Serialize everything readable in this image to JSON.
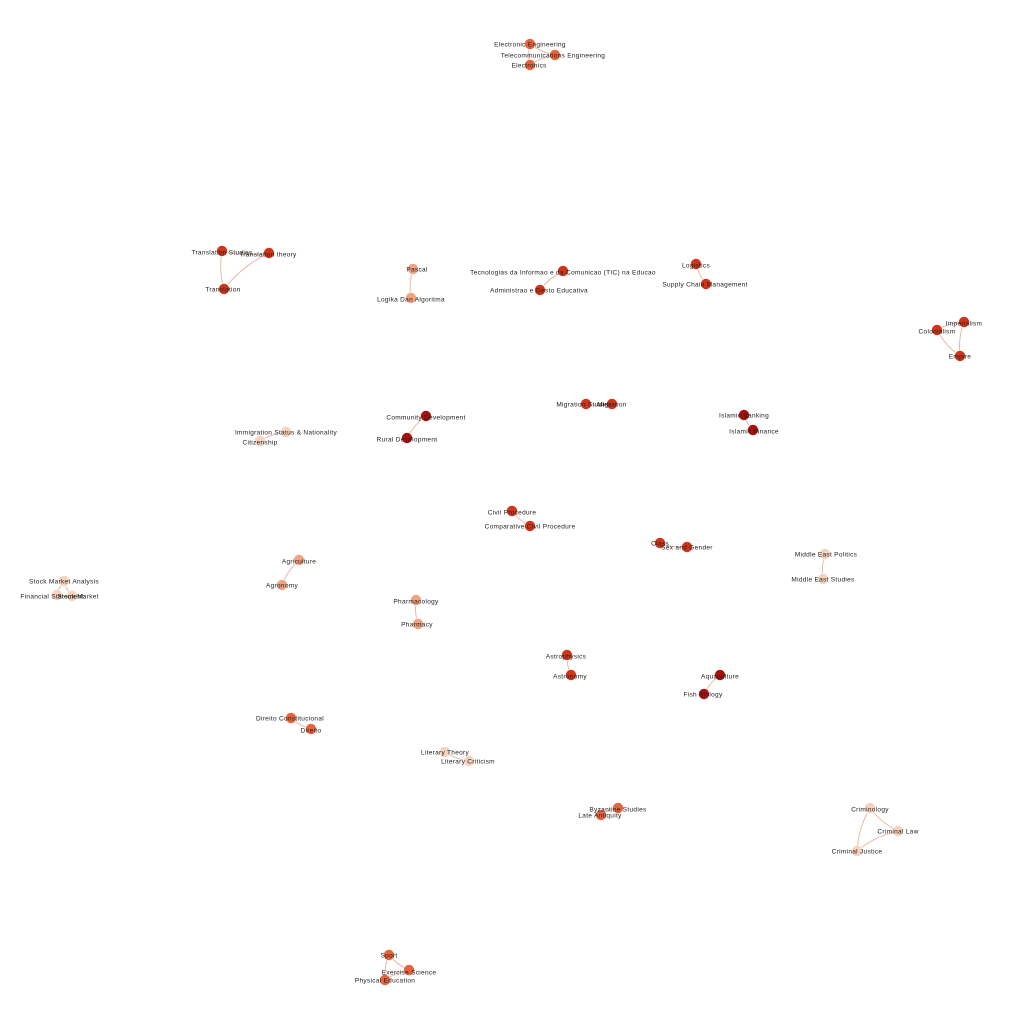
{
  "colors": {
    "level1": "#f6d3bd",
    "level2": "#efa37e",
    "level3": "#e5643c",
    "level4": "#d03419",
    "level5": "#a81010"
  },
  "nodes": [
    {
      "id": "n1",
      "label": "Electronic Engineering",
      "level": 3
    },
    {
      "id": "n2",
      "label": "Telecommunications Engineering",
      "level": 3
    },
    {
      "id": "n3",
      "label": "Electronics",
      "level": 3
    },
    {
      "id": "n4",
      "label": "Translation Studies",
      "level": 4
    },
    {
      "id": "n5",
      "label": "Translation theory",
      "level": 4
    },
    {
      "id": "n6",
      "label": "Translation",
      "level": 4
    },
    {
      "id": "n7",
      "label": "Pascal",
      "level": 2
    },
    {
      "id": "n8",
      "label": "Logika Dan Algoritma",
      "level": 2
    },
    {
      "id": "n9",
      "label": "Tecnologias da Informao e da Comunicao (TIC) na Educao",
      "level": 4
    },
    {
      "id": "n10",
      "label": "Administrao e Gesto Educativa",
      "level": 4
    },
    {
      "id": "n11",
      "label": "Logistics",
      "level": 4
    },
    {
      "id": "n12",
      "label": "Supply Chain Management",
      "level": 4
    },
    {
      "id": "n13",
      "label": "Imperialism",
      "level": 4
    },
    {
      "id": "n14",
      "label": "Colonialism",
      "level": 4
    },
    {
      "id": "n15",
      "label": "Empire",
      "level": 4
    },
    {
      "id": "n16",
      "label": "Migration Studies",
      "level": 4
    },
    {
      "id": "n17",
      "label": "Migration",
      "level": 4
    },
    {
      "id": "n18",
      "label": "Community Development",
      "level": 5
    },
    {
      "id": "n19",
      "label": "Rural Development",
      "level": 5
    },
    {
      "id": "n20",
      "label": "Islamic Banking",
      "level": 5
    },
    {
      "id": "n21",
      "label": "Islamic Finance",
      "level": 5
    },
    {
      "id": "n22",
      "label": "Immigration Status & Nationality",
      "level": 1
    },
    {
      "id": "n23",
      "label": "Citizenship",
      "level": 1
    },
    {
      "id": "n24",
      "label": "Civil Procedure",
      "level": 4
    },
    {
      "id": "n25",
      "label": "Comparative Civil Procedure",
      "level": 4
    },
    {
      "id": "n26",
      "label": "Class",
      "level": 4
    },
    {
      "id": "n27",
      "label": "Sex and Gender",
      "level": 4
    },
    {
      "id": "n28",
      "label": "Middle East Politics",
      "level": 1
    },
    {
      "id": "n29",
      "label": "Middle East Studies",
      "level": 1
    },
    {
      "id": "n30",
      "label": "Agriculture",
      "level": 2
    },
    {
      "id": "n31",
      "label": "Agronomy",
      "level": 2
    },
    {
      "id": "n32",
      "label": "Stock Market Analysis",
      "level": 1
    },
    {
      "id": "n33",
      "label": "Financial Statement",
      "level": 1
    },
    {
      "id": "n34",
      "label": "Stock Market",
      "level": 1
    },
    {
      "id": "n35",
      "label": "Pharmacology",
      "level": 2
    },
    {
      "id": "n36",
      "label": "Pharmacy",
      "level": 2
    },
    {
      "id": "n37",
      "label": "Astrophysics",
      "level": 4
    },
    {
      "id": "n38",
      "label": "Astronomy",
      "level": 4
    },
    {
      "id": "n39",
      "label": "Aquaculture",
      "level": 5
    },
    {
      "id": "n40",
      "label": "Fish Biology",
      "level": 5
    },
    {
      "id": "n41",
      "label": "Direito Constitucional",
      "level": 3
    },
    {
      "id": "n42",
      "label": "Direito",
      "level": 3
    },
    {
      "id": "n43",
      "label": "Literary Theory",
      "level": 1
    },
    {
      "id": "n44",
      "label": "Literary Criticism",
      "level": 1
    },
    {
      "id": "n45",
      "label": "Byzantine Studies",
      "level": 3
    },
    {
      "id": "n46",
      "label": "Late Antiquity",
      "level": 3
    },
    {
      "id": "n47",
      "label": "Criminology",
      "level": 1
    },
    {
      "id": "n48",
      "label": "Criminal Law",
      "level": 1
    },
    {
      "id": "n49",
      "label": "Criminal Justice",
      "level": 1
    },
    {
      "id": "n50",
      "label": "Sport",
      "level": 3
    },
    {
      "id": "n51",
      "label": "Exercise Science",
      "level": 3
    },
    {
      "id": "n52",
      "label": "Physical Education",
      "level": 3
    }
  ],
  "edges": [
    [
      "n1",
      "n2"
    ],
    [
      "n1",
      "n3"
    ],
    [
      "n2",
      "n3"
    ],
    [
      "n4",
      "n5"
    ],
    [
      "n4",
      "n6"
    ],
    [
      "n5",
      "n6"
    ],
    [
      "n7",
      "n8"
    ],
    [
      "n9",
      "n10"
    ],
    [
      "n11",
      "n12"
    ],
    [
      "n13",
      "n14"
    ],
    [
      "n13",
      "n15"
    ],
    [
      "n14",
      "n15"
    ],
    [
      "n16",
      "n17"
    ],
    [
      "n18",
      "n19"
    ],
    [
      "n20",
      "n21"
    ],
    [
      "n22",
      "n23"
    ],
    [
      "n24",
      "n25"
    ],
    [
      "n26",
      "n27"
    ],
    [
      "n28",
      "n29"
    ],
    [
      "n30",
      "n31"
    ],
    [
      "n32",
      "n33"
    ],
    [
      "n32",
      "n34"
    ],
    [
      "n33",
      "n34"
    ],
    [
      "n35",
      "n36"
    ],
    [
      "n37",
      "n38"
    ],
    [
      "n39",
      "n40"
    ],
    [
      "n41",
      "n42"
    ],
    [
      "n43",
      "n44"
    ],
    [
      "n45",
      "n46"
    ],
    [
      "n47",
      "n48"
    ],
    [
      "n47",
      "n49"
    ],
    [
      "n48",
      "n49"
    ],
    [
      "n50",
      "n51"
    ],
    [
      "n50",
      "n52"
    ],
    [
      "n51",
      "n52"
    ]
  ]
}
